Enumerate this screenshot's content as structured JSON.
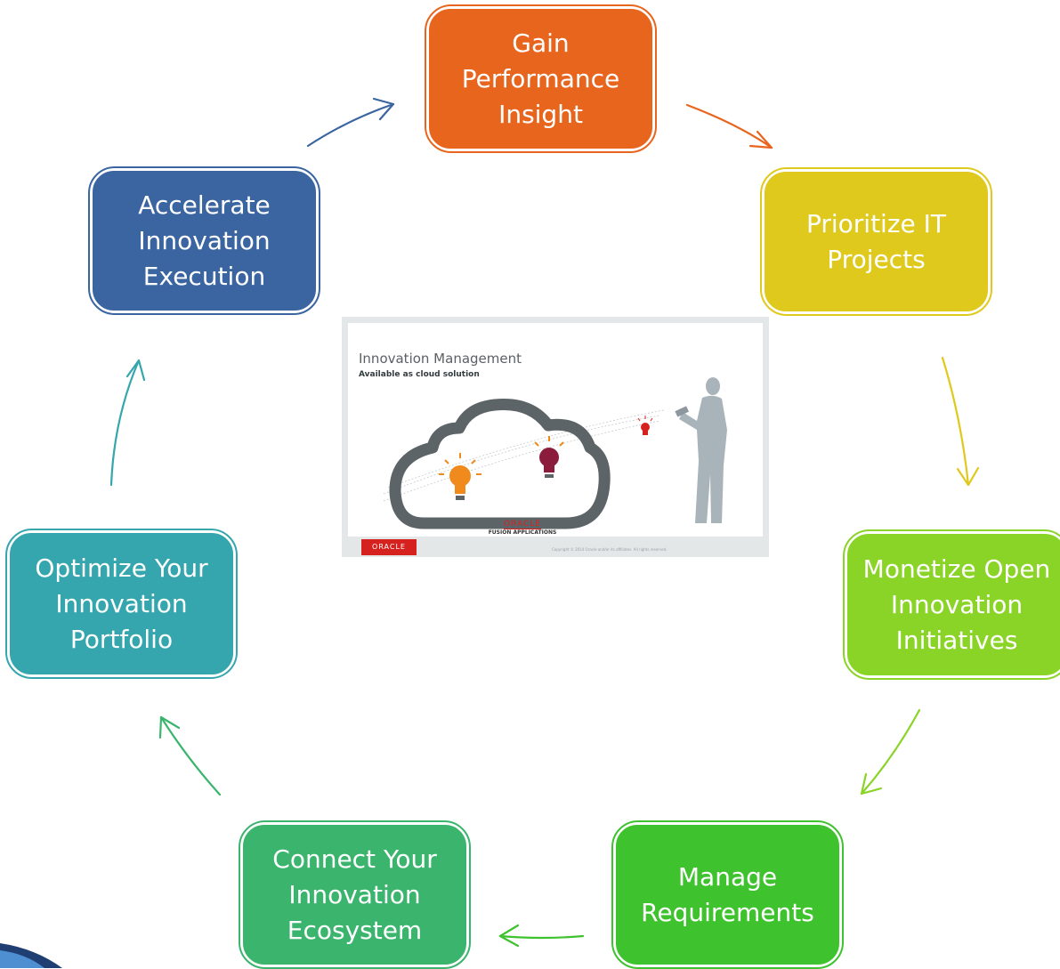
{
  "nodes": [
    {
      "id": "gain",
      "label": "Gain\nPerformance\nInsight",
      "color": "#e8651e"
    },
    {
      "id": "prioritize",
      "label": "Prioritize IT\nProjects",
      "color": "#dfc91d"
    },
    {
      "id": "monetize",
      "label": "Monetize Open\nInnovation\nInitiatives",
      "color": "#8ad428"
    },
    {
      "id": "manage",
      "label": "Manage\nRequirements",
      "color": "#3ec22e"
    },
    {
      "id": "connect",
      "label": "Connect Your\nInnovation\nEcosystem",
      "color": "#3bb56d"
    },
    {
      "id": "optimize",
      "label": "Optimize Your\nInnovation\nPortfolio",
      "color": "#35a6ad"
    },
    {
      "id": "accelerate",
      "label": "Accelerate\nInnovation\nExecution",
      "color": "#3a65a0"
    }
  ],
  "arrow_colors": {
    "gain_to_prioritize": "#e8651e",
    "prioritize_to_monetize": "#dfc91d",
    "monetize_to_manage": "#8ad428",
    "manage_to_connect": "#3ec22e",
    "connect_to_optimize": "#3bb56d",
    "optimize_to_accelerate": "#35a6ad",
    "accelerate_to_gain": "#3a65a0"
  },
  "slide": {
    "title": "Innovation Management",
    "subtitle": "Available as cloud solution",
    "brand": "ORACLE",
    "product": "FUSION APPLICATIONS",
    "footer_logo": "ORACLE",
    "footer_copyright": "Copyright © 2014 Oracle and/or its affiliates. All rights reserved.",
    "colors": {
      "cloud": "#5d6467",
      "bulb_orange": "#f08a1c",
      "bulb_maroon": "#8c1c3c",
      "bulb_red": "#d6221e",
      "person": "#a9b4ba"
    }
  }
}
